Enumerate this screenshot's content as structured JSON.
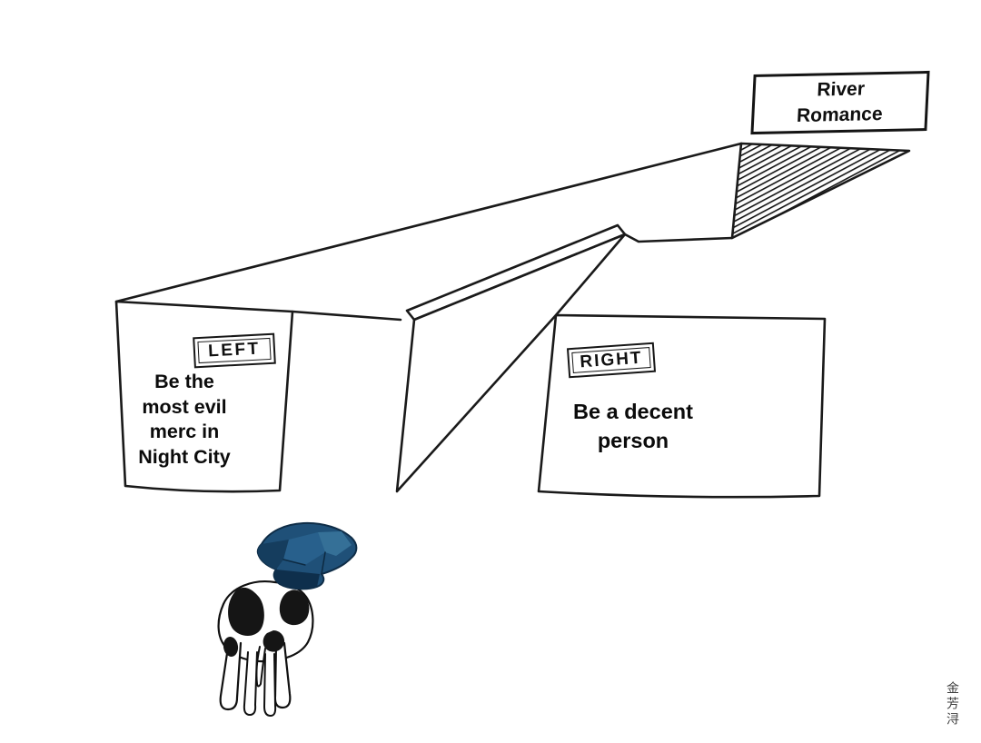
{
  "scene": {
    "background": "#ffffff",
    "ink": "#1a1a1a"
  },
  "signs": {
    "river_romance": "River\nRomance",
    "left": "LEFT",
    "right": "RIGHT"
  },
  "captions": {
    "left_path": "Be the\nmost evil\nmerc in\nNight City",
    "right_path": "Be a decent\nperson"
  },
  "figure": {
    "description": "white dog with black spots, crumpled blue bag over head",
    "bag_color": "#1f5078",
    "spot_color": "#151515"
  },
  "signature": "金芳浔"
}
